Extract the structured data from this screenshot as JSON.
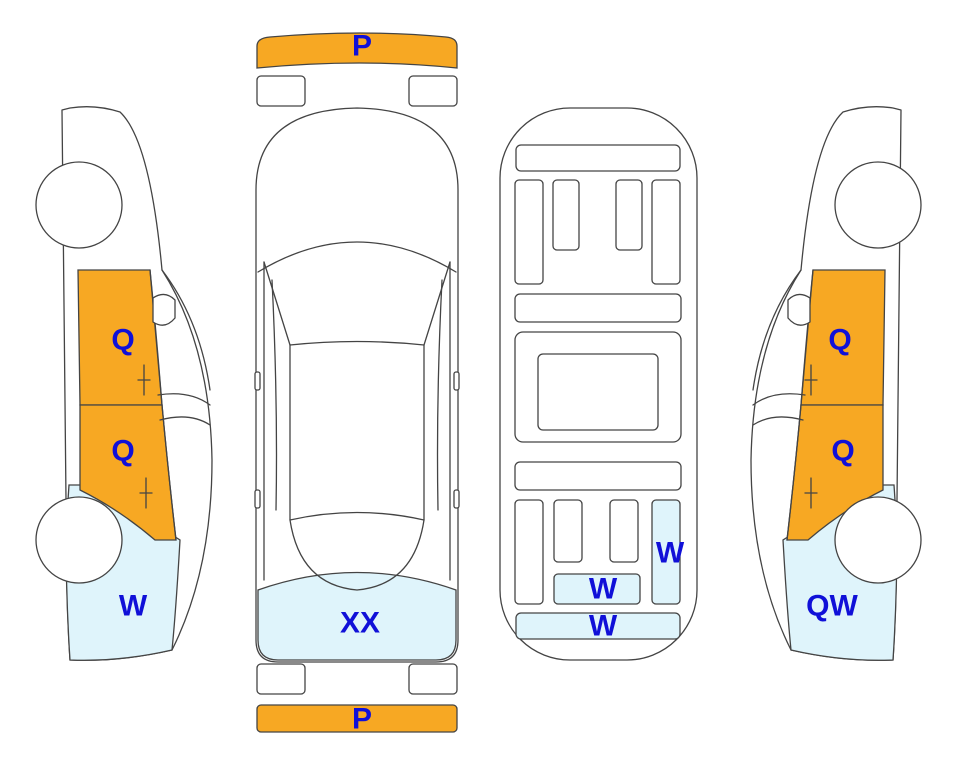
{
  "colors": {
    "paint": "#f7a823",
    "scratch": "#dff4fb",
    "label": "#1010d8",
    "outline": "#444444"
  },
  "labels": {
    "front_bumper": "P",
    "rear_bumper": "P",
    "left_front_door": "Q",
    "left_rear_door": "Q",
    "left_rear_quarter": "W",
    "right_front_door": "Q",
    "right_rear_door": "Q",
    "right_rear_quarter": "QW",
    "rear_hood_area": "XX",
    "floor_right_side": "W",
    "floor_rear_box": "W",
    "floor_rear_sill": "W"
  }
}
